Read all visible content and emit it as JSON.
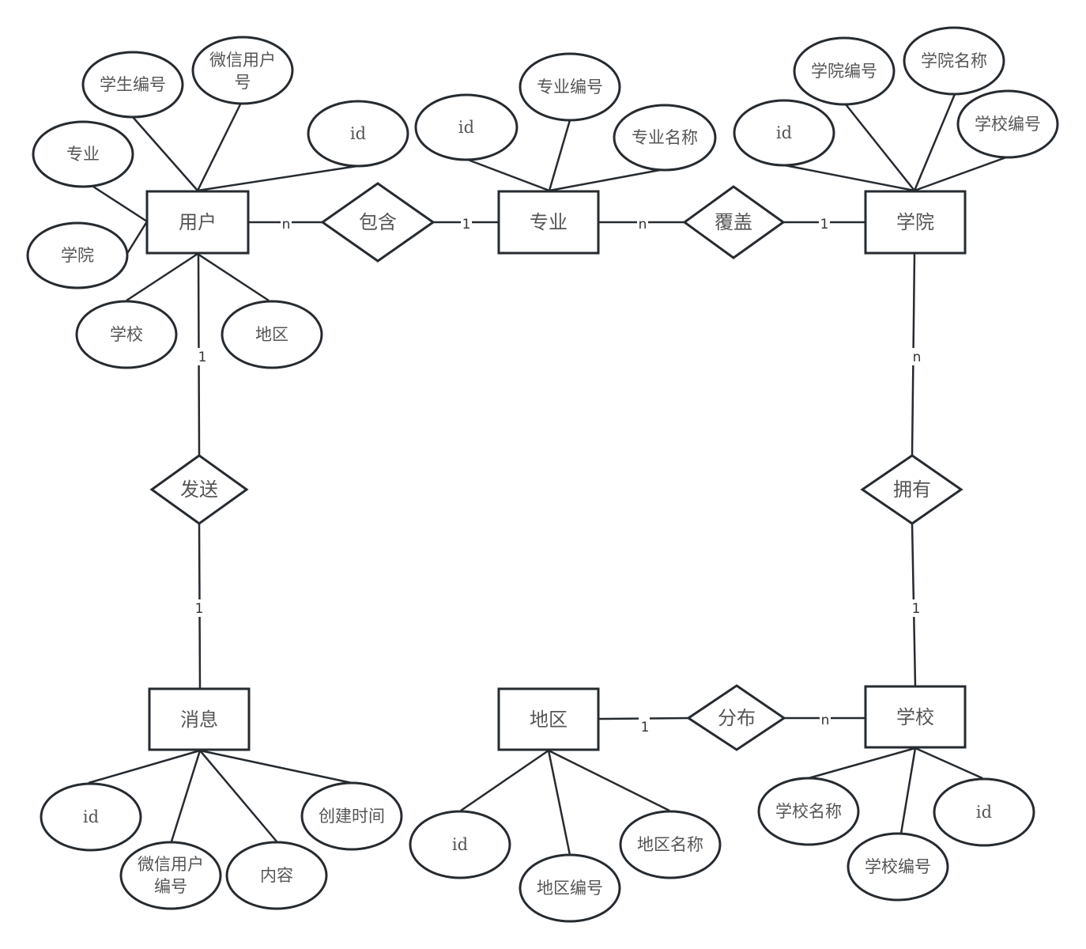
{
  "diagram": {
    "type": "er-diagram",
    "entities": [
      {
        "id": "user",
        "label": "用户",
        "attributes": [
          "学生编号",
          "微信用户号",
          "专业",
          "学院",
          "学校",
          "地区",
          "id"
        ]
      },
      {
        "id": "major",
        "label": "专业",
        "attributes": [
          "id",
          "专业编号",
          "专业名称"
        ]
      },
      {
        "id": "college",
        "label": "学院",
        "attributes": [
          "id",
          "学院编号",
          "学院名称",
          "学校编号"
        ]
      },
      {
        "id": "message",
        "label": "消息",
        "attributes": [
          "id",
          "微信用户编号",
          "内容",
          "创建时间"
        ]
      },
      {
        "id": "region",
        "label": "地区",
        "attributes": [
          "id",
          "地区编号",
          "地区名称"
        ]
      },
      {
        "id": "school",
        "label": "学校",
        "attributes": [
          "学校名称",
          "学校编号",
          "id"
        ]
      }
    ],
    "relationships": [
      {
        "id": "contain",
        "label": "包含",
        "from": "user",
        "to": "major",
        "from_card": "n",
        "to_card": "1"
      },
      {
        "id": "cover",
        "label": "覆盖",
        "from": "major",
        "to": "college",
        "from_card": "n",
        "to_card": "1"
      },
      {
        "id": "own",
        "label": "拥有",
        "from": "college",
        "to": "school",
        "from_card": "n",
        "to_card": "1"
      },
      {
        "id": "send",
        "label": "发送",
        "from": "user",
        "to": "message",
        "from_card": "1",
        "to_card": "1"
      },
      {
        "id": "distribute",
        "label": "分布",
        "from": "region",
        "to": "school",
        "from_card": "1",
        "to_card": "n"
      }
    ],
    "attribute_labels": {
      "user_student_no": "学生编号",
      "user_wechat_line1": "微信用户",
      "user_wechat_line2": "号",
      "user_major": "专业",
      "user_college": "学院",
      "user_school": "学校",
      "user_region": "地区",
      "user_id": "id",
      "major_id": "id",
      "major_no": "专业编号",
      "major_name": "专业名称",
      "college_id": "id",
      "college_no": "学院编号",
      "college_name": "学院名称",
      "college_school_no": "学校编号",
      "msg_id": "id",
      "msg_wechat_line1": "微信用户",
      "msg_wechat_line2": "编号",
      "msg_content": "内容",
      "msg_created": "创建时间",
      "region_id": "id",
      "region_no": "地区编号",
      "region_name": "地区名称",
      "school_name": "学校名称",
      "school_no": "学校编号",
      "school_id": "id"
    },
    "entity_labels": {
      "user": "用户",
      "major": "专业",
      "college": "学院",
      "message": "消息",
      "region": "地区",
      "school": "学校"
    },
    "relationship_labels": {
      "contain": "包含",
      "cover": "覆盖",
      "own": "拥有",
      "send": "发送",
      "distribute": "分布"
    },
    "cardinalities": {
      "user_contain": "n",
      "contain_major": "1",
      "major_cover": "n",
      "cover_college": "1",
      "college_own": "n",
      "own_school": "1",
      "user_send": "1",
      "send_message": "1",
      "region_distribute": "1",
      "distribute_school": "n"
    },
    "colors": {
      "stroke": "#262b30",
      "text": "#555555",
      "background": "#ffffff"
    }
  }
}
